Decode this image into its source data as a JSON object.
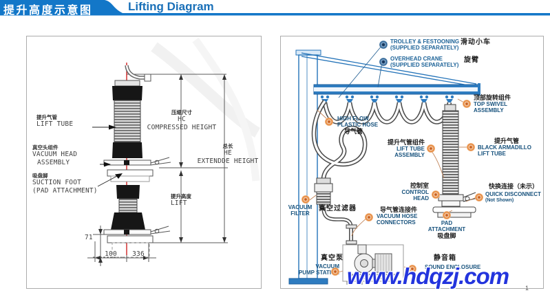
{
  "header": {
    "title_cn": "提升高度示意图",
    "title_en": "Lifting Diagram"
  },
  "left_panel": {
    "callouts": {
      "lift_tube": {
        "cn": "提升气管",
        "en": "LIFT TUBE"
      },
      "vacuum_head": {
        "cn": "真空头组件",
        "en1": "VACUUM HEAD",
        "en2": "ASSEMBLY"
      },
      "suction_foot": {
        "cn": "吸盘脚",
        "en1": "SUCTION FOOT",
        "en2": "(PAD ATTACHMENT)"
      },
      "compressed_height": {
        "cn": "压缩尺寸",
        "code": "HC",
        "en": "COMPRESSED HEIGHT"
      },
      "extended_height": {
        "cn": "总长",
        "code": "HE",
        "en": "EXTENDDE HEIGHT"
      },
      "lift": {
        "cn": "提升高度",
        "en": "LIFT"
      }
    },
    "dimensions": {
      "height_offset": "71",
      "width_left": "100",
      "width_right": "336"
    }
  },
  "right_panel": {
    "callouts": {
      "trolley": {
        "en1": "TROLLEY & FESTOONING",
        "en2": "(SUPPLIED SEPARATELY)",
        "cn": "滑动小车"
      },
      "overhead_crane": {
        "en1": "OVERHEAD CRANE",
        "en2": "(SUPPLIED SEPARATELY)",
        "cn": "旋臂"
      },
      "top_swivel": {
        "cn": "顶部旋转组件",
        "en1": "TOP SWIVEL",
        "en2": "ASSEMBLY"
      },
      "high_flow_hose": {
        "en1": "HIGH FLOW",
        "en2": "PLASTIC HOSE",
        "cn": "导气管"
      },
      "lift_tube_assembly": {
        "cn": "提升气管组件",
        "en1": "LIFT TUBE",
        "en2": "ASSEMBLY"
      },
      "black_armadillo": {
        "cn": "提升气管",
        "en1": "BLACK ARMADILLO",
        "en2": "LIFT TUBE"
      },
      "control_head": {
        "cn": "控制室",
        "en1": "CONTROL",
        "en2": "HEAD"
      },
      "quick_disconnect": {
        "cn": "快换连接（未示）",
        "en1": "QUICK DISCONNECT",
        "en2": "(Not Shown)"
      },
      "pad_attachment": {
        "en1": "PAD",
        "en2": "ATTACHMENT",
        "cn": "吸盘脚"
      },
      "vacuum_filter": {
        "en1": "VACUUM",
        "en2": "FILTER",
        "cn": "真空过滤器"
      },
      "hose_connectors": {
        "cn": "导气管连接件",
        "en1": "VACUUM HOSE",
        "en2": "CONNECTORS"
      },
      "pump_station": {
        "cn": "真空泵",
        "en1": "VACUUM",
        "en2": "PUMP STATION"
      },
      "sound_enclosure": {
        "cn": "静音箱",
        "en": "SOUND ENCLOSURE"
      }
    }
  },
  "watermark": "www.hdqzj.com",
  "page_number": "1",
  "colors": {
    "header_blue": "#1377c8",
    "title_blue": "#1a70b8",
    "crane_blue": "#2272b8",
    "callout_navy": "#17527d",
    "callout_blue": "#1d6398",
    "bullet_orange": "#e5812f",
    "bullet_blue": "#235a8c",
    "centerline_red": "#cc1111",
    "watermark_blue": "#2334dd"
  }
}
